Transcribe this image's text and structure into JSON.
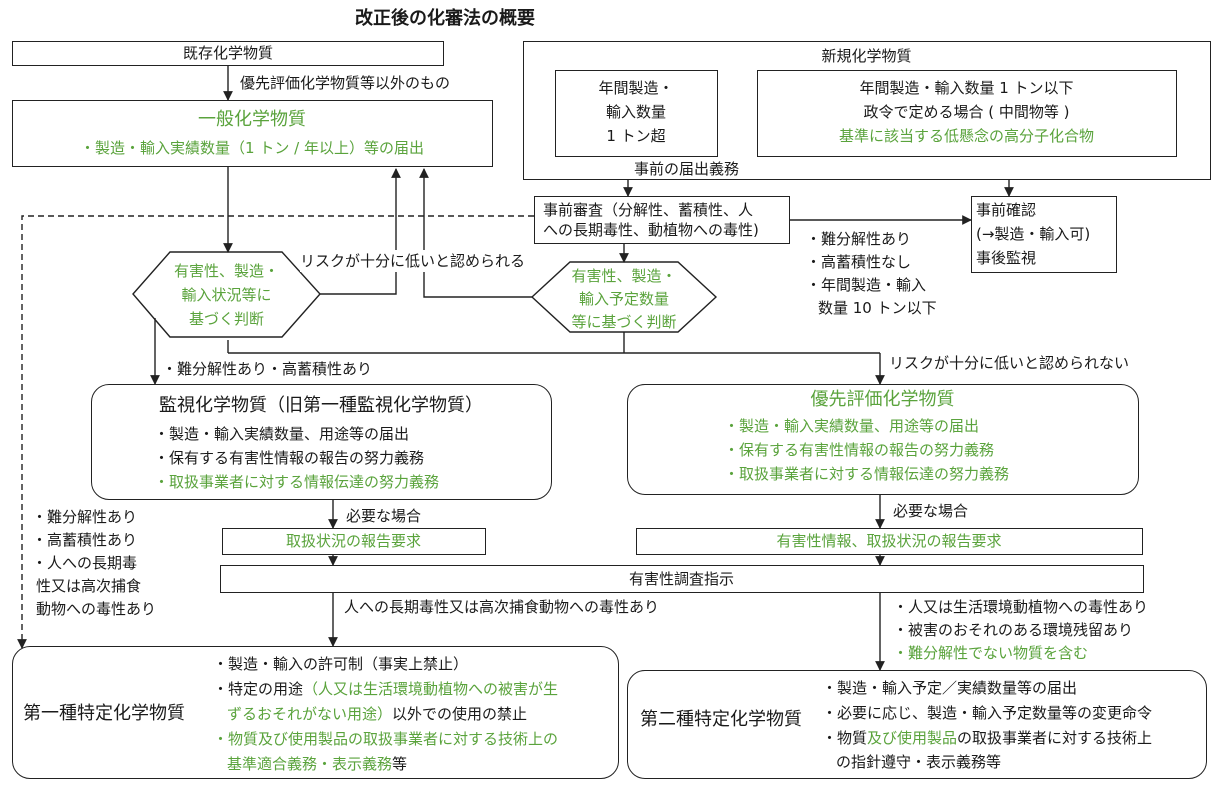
{
  "title": "改正後の化審法の概要",
  "existing": {
    "label": "既存化学物質",
    "note": "優先評価化学物質等以外のもの"
  },
  "general": {
    "title": "一般化学物質",
    "sub": "・製造・輸入実績数量（1 トン / 年以上）等の届出"
  },
  "new": {
    "label": "新規化学物質",
    "over1t": [
      "年間製造・",
      "輸入数量",
      "1 トン超"
    ],
    "under1t": [
      "年間製造・輸入数量 1 トン以下",
      "政令で定める場合 ( 中間物等 )"
    ],
    "under1t_green": "基準に該当する低懸念の高分子化合物",
    "prior_notice": "事前の届出義務"
  },
  "pre_review": [
    "事前審査（分解性、蓄積性、人",
    "への長期毒性、動植物への毒性)"
  ],
  "pre_confirm": [
    "事前確認",
    "(→製造・輸入可)",
    "事後監視"
  ],
  "pre_review_criteria": [
    "・難分解性あり",
    "・高蓄積性なし",
    "・年間製造・輸入",
    "数量 10 トン以下"
  ],
  "hex_left": [
    "有害性、製造・",
    "輸入状況等に",
    "基づく判断"
  ],
  "hex_right": [
    "有害性、製造・",
    "輸入予定数量",
    "等に基づく判断"
  ],
  "risk_low": "リスクが十分に低いと認められる",
  "risk_not_low": "リスクが十分に低いと認められない",
  "persist_bioaccum": "・難分解性あり・高蓄積性あり",
  "monitoring": {
    "title": "監視化学物質（旧第一種監視化学物質）",
    "items": [
      "・製造・輸入実績数量、用途等の届出",
      "・保有する有害性情報の報告の努力義務"
    ],
    "item_green": "・取扱事業者に対する情報伝達の努力義務"
  },
  "priority": {
    "title": "優先評価化学物質",
    "items": [
      "・製造・輸入実績数量、用途等の届出",
      "・保有する有害性情報の報告の努力義務",
      "・取扱事業者に対する情報伝達の努力義務"
    ]
  },
  "left_criteria": [
    "・難分解性あり",
    "・高蓄積性あり",
    "・人への長期毒",
    "性又は高次捕食",
    "動物への毒性あり"
  ],
  "when_needed": "必要な場合",
  "report_left": "取扱状況の報告要求",
  "report_right": "有害性情報、取扱状況の報告要求",
  "investigation": "有害性調査指示",
  "toxicity_left": "人への長期毒性又は高次捕食動物への毒性あり",
  "toxicity_right": [
    "・人又は生活環境動植物への毒性あり",
    "・被害のおそれのある環境残留あり"
  ],
  "toxicity_right_green": "・難分解性でない物質を含む",
  "class1": {
    "title": "第一種特定化学物質",
    "item1": "・製造・輸入の許可制（事実上禁止）",
    "item2_a": "・特定の用途",
    "item2_b": "（人又は生活環境動植物への被害が生",
    "item2_c": "ずるおそれがない用途）",
    "item2_d": "以外での使用の禁止",
    "item3_a": "・物質及び使用製品の取扱事業者に対する技術上の",
    "item3_b": "基準適合義務・表示義務",
    "item3_c": "等"
  },
  "class2": {
    "title": "第二種特定化学物質",
    "item1": "・製造・輸入予定／実績数量等の届出",
    "item2": "・必要に応じ、製造・輸入予定数量等の変更命令",
    "item3_a": "・物質",
    "item3_b": "及び使用製品",
    "item3_c": "の取扱事業者に対する技術上",
    "item3_d": "の指針遵守・表示義務等"
  },
  "colors": {
    "green": "#5aa33c",
    "line": "#222222"
  }
}
